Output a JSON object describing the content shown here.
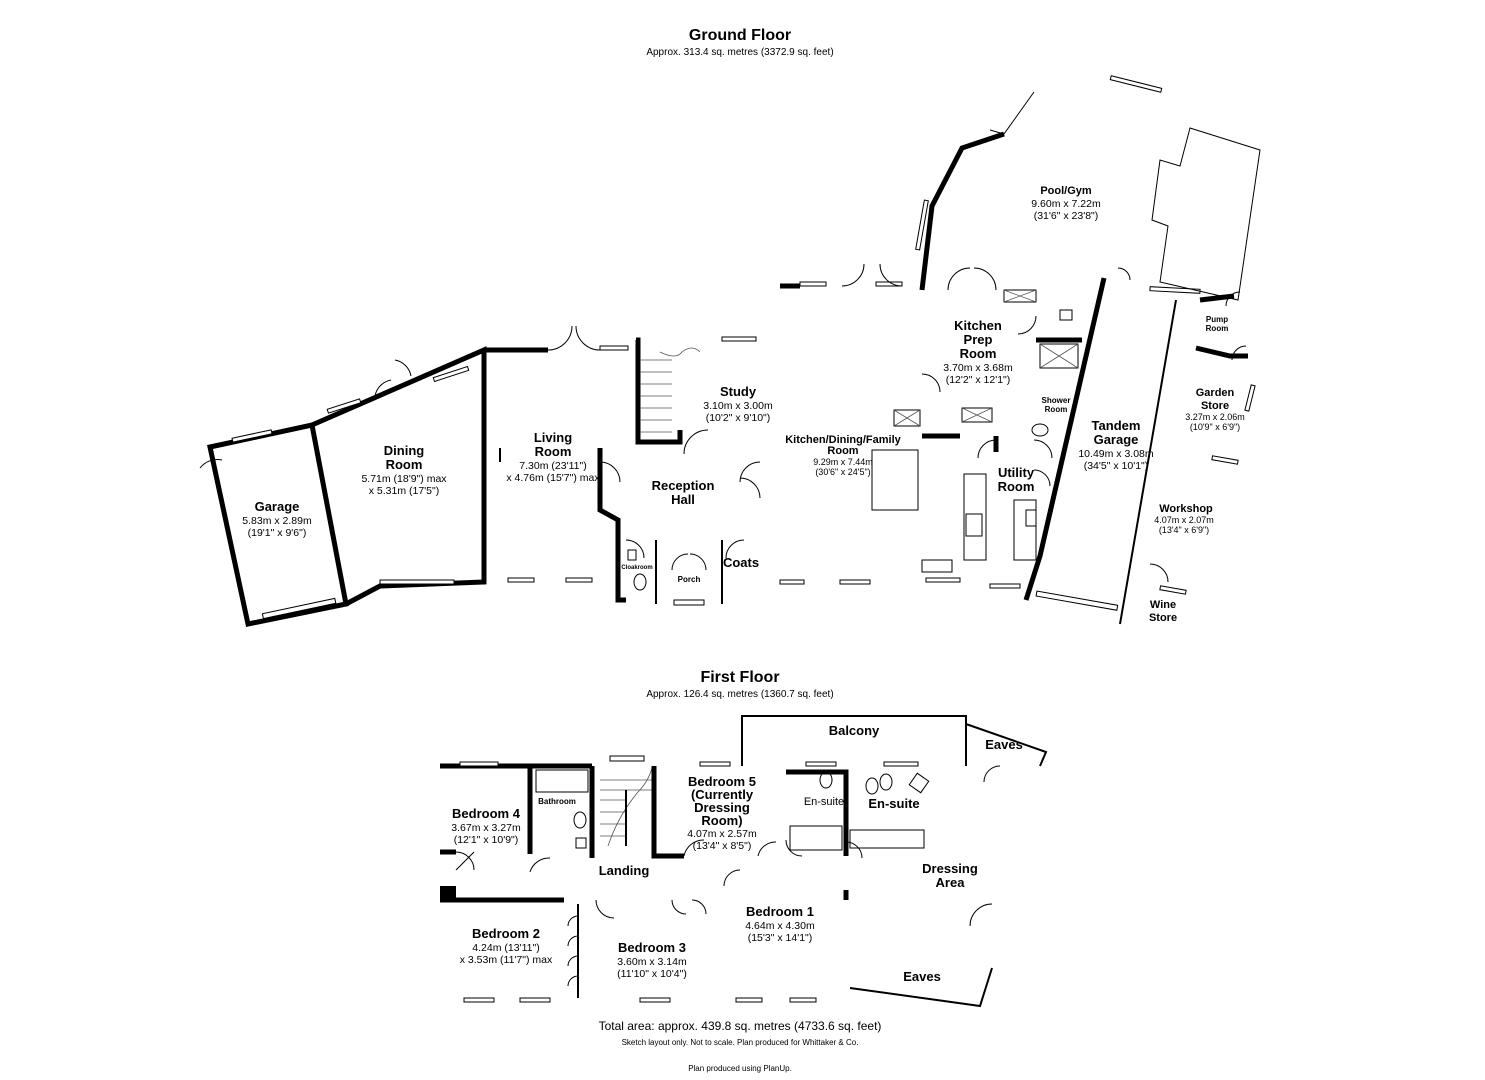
{
  "ground_floor": {
    "title": "Ground Floor",
    "area": "Approx. 313.4 sq. metres (3372.9 sq. feet)",
    "rooms": {
      "pool_gym": {
        "name": [
          "Pool/Gym"
        ],
        "dims": [
          "9.60m x 7.22m",
          "(31'6\" x 23'8\")"
        ]
      },
      "kitchen_prep": {
        "name": [
          "Kitchen",
          "Prep",
          "Room"
        ],
        "dims": [
          "3.70m x 3.68m",
          "(12'2\" x 12'1\")"
        ]
      },
      "pump_room": {
        "name": [
          "Pump",
          "Room"
        ]
      },
      "shower_room": {
        "name": [
          "Shower",
          "Room"
        ]
      },
      "garden_store": {
        "name": [
          "Garden",
          "Store"
        ],
        "dims": [
          "3.27m x 2.06m",
          "(10'9\" x 6'9\")"
        ]
      },
      "tandem_garage": {
        "name": [
          "Tandem",
          "Garage"
        ],
        "dims": [
          "10.49m x 3.08m",
          "(34'5\" x 10'1\")"
        ]
      },
      "utility": {
        "name": [
          "Utility",
          "Room"
        ]
      },
      "workshop": {
        "name": [
          "Workshop"
        ],
        "dims": [
          "4.07m x 2.07m",
          "(13'4\" x 6'9\")"
        ]
      },
      "wine_store": {
        "name": [
          "Wine",
          "Store"
        ]
      },
      "kitchen_family": {
        "name": [
          "Kitchen/Dining/Family",
          "Room"
        ],
        "dims": [
          "9.29m x 7.44m",
          "(30'6\" x 24'5\")"
        ]
      },
      "study": {
        "name": [
          "Study"
        ],
        "dims": [
          "3.10m x 3.00m",
          "(10'2\" x 9'10\")"
        ]
      },
      "reception": {
        "name": [
          "Reception",
          "Hall"
        ]
      },
      "cloakroom": {
        "name": [
          "Cloakroom"
        ]
      },
      "porch": {
        "name": [
          "Porch"
        ]
      },
      "coats": {
        "name": [
          "Coats"
        ]
      },
      "living": {
        "name": [
          "Living",
          "Room"
        ],
        "dims": [
          "7.30m (23'11\")",
          "x 4.76m (15'7\") max"
        ]
      },
      "dining": {
        "name": [
          "Dining",
          "Room"
        ],
        "dims": [
          "5.71m (18'9\") max",
          "x 5.31m (17'5\")"
        ]
      },
      "garage": {
        "name": [
          "Garage"
        ],
        "dims": [
          "5.83m x 2.89m",
          "(19'1\" x 9'6\")"
        ]
      }
    }
  },
  "first_floor": {
    "title": "First Floor",
    "area": "Approx. 126.4 sq. metres (1360.7 sq. feet)",
    "rooms": {
      "balcony": {
        "name": [
          "Balcony"
        ]
      },
      "eaves_top": {
        "name": [
          "Eaves"
        ]
      },
      "eaves_bottom": {
        "name": [
          "Eaves"
        ]
      },
      "bedroom4": {
        "name": [
          "Bedroom 4"
        ],
        "dims": [
          "3.67m x 3.27m",
          "(12'1\" x 10'9\")"
        ]
      },
      "bathroom": {
        "name": [
          "Bathroom"
        ]
      },
      "bedroom5": {
        "name": [
          "Bedroom 5",
          "(Currently",
          "Dressing",
          "Room)"
        ],
        "dims": [
          "4.07m x 2.57m",
          "(13'4\" x 8'5\")"
        ]
      },
      "ensuite_small": {
        "name": [
          "En-suite"
        ]
      },
      "ensuite": {
        "name": [
          "En-suite"
        ]
      },
      "landing": {
        "name": [
          "Landing"
        ]
      },
      "dressing": {
        "name": [
          "Dressing",
          "Area"
        ]
      },
      "bedroom2": {
        "name": [
          "Bedroom 2"
        ],
        "dims": [
          "4.24m (13'11\")",
          "x 3.53m (11'7\") max"
        ]
      },
      "bedroom3": {
        "name": [
          "Bedroom 3"
        ],
        "dims": [
          "3.60m x 3.14m",
          "(11'10\" x 10'4\")"
        ]
      },
      "bedroom1": {
        "name": [
          "Bedroom 1"
        ],
        "dims": [
          "4.64m x 4.30m",
          "(15'3\" x 14'1\")"
        ]
      }
    }
  },
  "footer": {
    "total": "Total area: approx. 439.8 sq. metres (4733.6 sq. feet)",
    "disclaimer": "Sketch layout only. Not to scale. Plan produced for Whittaker & Co.",
    "credit": "Plan produced using PlanUp."
  }
}
